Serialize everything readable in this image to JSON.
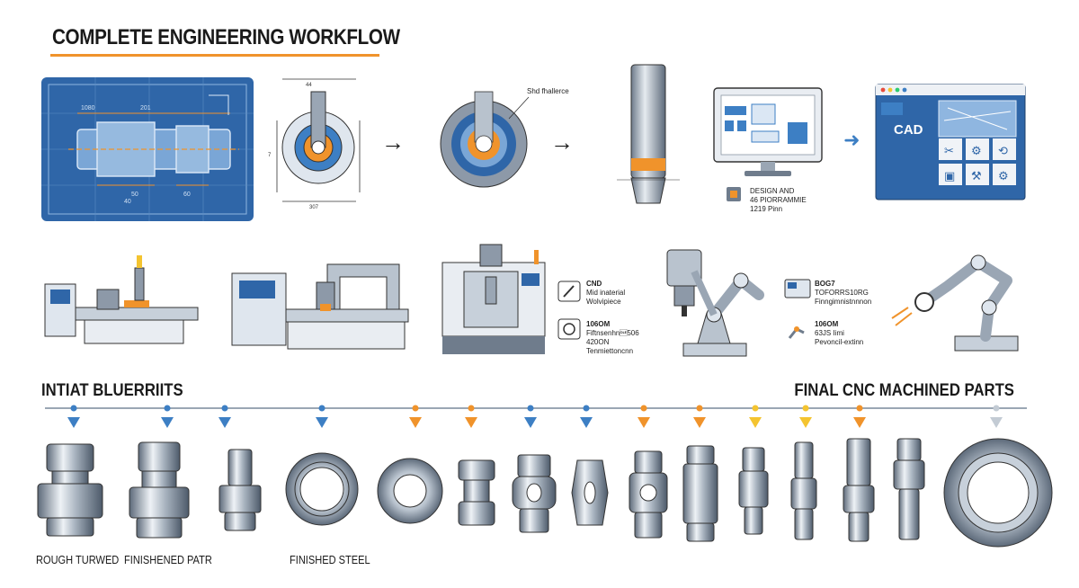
{
  "header": {
    "title": "COMPLETE ENGINEERING WORKFLOW"
  },
  "colors": {
    "blueprint": "#2f66a8",
    "accent_orange": "#f0932b",
    "accent_blue": "#3d7fc4",
    "steel": "#8b98a8",
    "accent_yellow": "#f4c430"
  },
  "top_row": {
    "drawing_label": "Shd fhallerce",
    "design_label": {
      "line1": "DESIGN AND",
      "line2": "46 PIORRAMMIE",
      "line3": "1219 Pinn"
    },
    "cad_label": "CAD"
  },
  "machines": {
    "cnc_info": {
      "title": "CND",
      "line1": "Mid inaterial",
      "line2": "Wolvipiece"
    },
    "measure_info": {
      "title": "106OM",
      "line1": "Fiftnsenhn\u0010506",
      "line2": "420ON",
      "line3": "Tenmiettoncnn"
    },
    "robot_info": {
      "title": "BOG7",
      "line1": "TOFORRS10RG",
      "line2": "Finngimnistnnnon"
    },
    "robot_info2": {
      "title": "106OM",
      "line1": "63JS Iimi",
      "line2": "Pevoncil-extinn"
    }
  },
  "timeline": {
    "left_label": "INTIAT BLUERRIITS",
    "right_label": "FINAL CNC MACHINED PARTS",
    "markers": [
      "blue",
      "blue",
      "blue",
      "blue",
      "orange",
      "orange",
      "blue",
      "blue",
      "orange",
      "orange",
      "yellow",
      "yellow",
      "orange",
      "grey"
    ]
  },
  "parts": {
    "caption_1": "ROUGH TURWED",
    "caption_2": "FINISHENED PATR",
    "caption_3": "FINISHED STEEL"
  }
}
